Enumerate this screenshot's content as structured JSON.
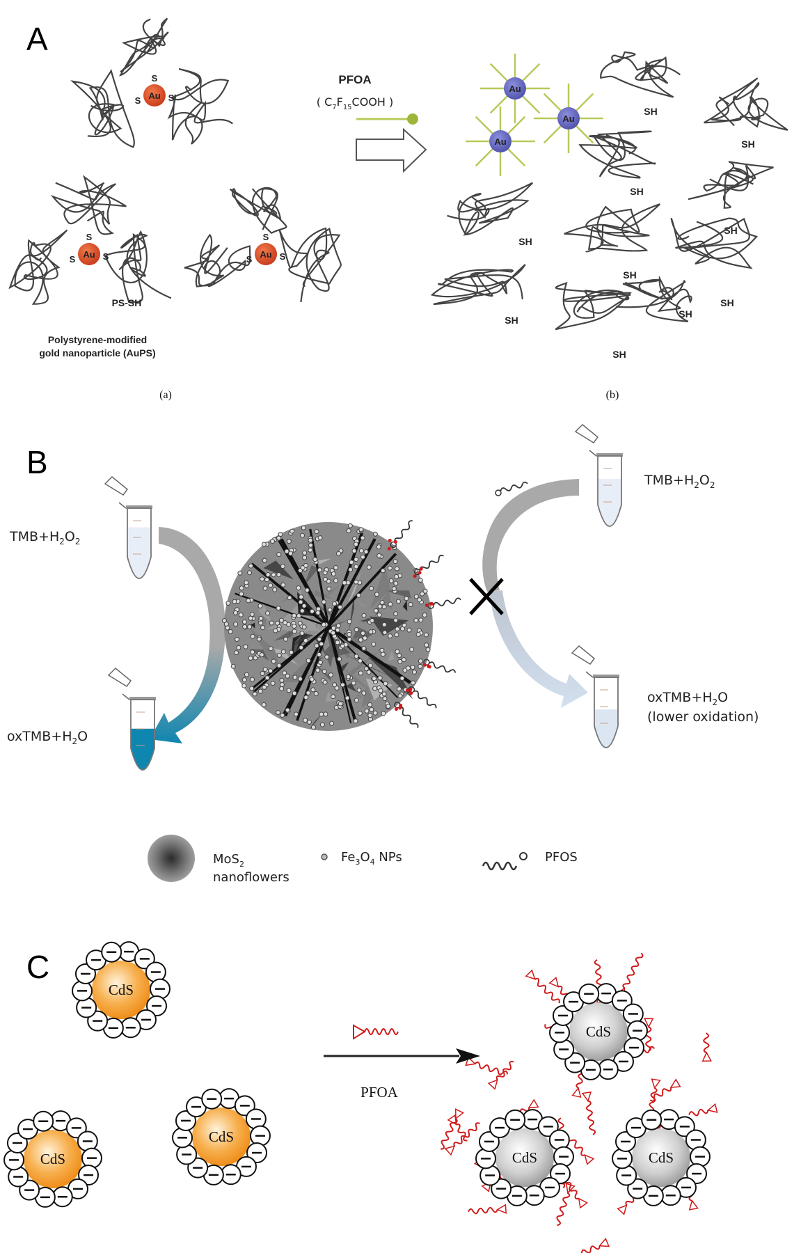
{
  "panels": {
    "A": {
      "letter": "A",
      "left": {
        "sulfur_label": "S",
        "gold_label": "Au",
        "chain_label": "PS-SH",
        "caption_line1": "Polystyrene-modified",
        "caption_line2": "gold nanoparticle (AuPS)",
        "sublabel": "(a)"
      },
      "reagent": {
        "name": "PFOA",
        "formula_open": "( C",
        "formula_sub1": "7",
        "formula_mid": "F",
        "formula_sub2": "15",
        "formula_end": "COOH )"
      },
      "right": {
        "gold_label": "Au",
        "thiol_label": "SH",
        "sublabel": "(b)"
      },
      "colors": {
        "gold_np": "#e0502a",
        "aggregated_np": "#6b6fc4",
        "pfoa": "#b9c95a"
      }
    },
    "B": {
      "letter": "B",
      "left_top": {
        "pre": "TMB+H",
        "s1": "2",
        "mid": "O",
        "s2": "2"
      },
      "left_bottom": {
        "pre": "oxTMB+H",
        "s1": "2",
        "post": "O"
      },
      "right_top": {
        "pre": "TMB+H",
        "s1": "2",
        "mid": "O",
        "s2": "2"
      },
      "right_bottom": {
        "pre": "oxTMB+H",
        "s1": "2",
        "post": "O",
        "line2": "(lower oxidation)"
      },
      "legend": {
        "mos2_line1_pre": "MoS",
        "mos2_line1_sub": "2",
        "mos2_line2": "nanoflowers",
        "fe_pre": "Fe",
        "fe_sub1": "3",
        "fe_mid": "O",
        "fe_sub2": "4",
        "fe_post": " NPs",
        "pfos": "PFOS"
      },
      "colors": {
        "oxidized": "#0f86b0",
        "light": "#dce6f3",
        "arrow_gray": "#a9a9a9"
      }
    },
    "C": {
      "letter": "C",
      "particle_label": "CdS",
      "reagent_label": "PFOA",
      "colors": {
        "cds_orange": "#f39a2a",
        "cds_gray": "#c8c8c8",
        "pfoa": "#d01a1a"
      }
    }
  }
}
